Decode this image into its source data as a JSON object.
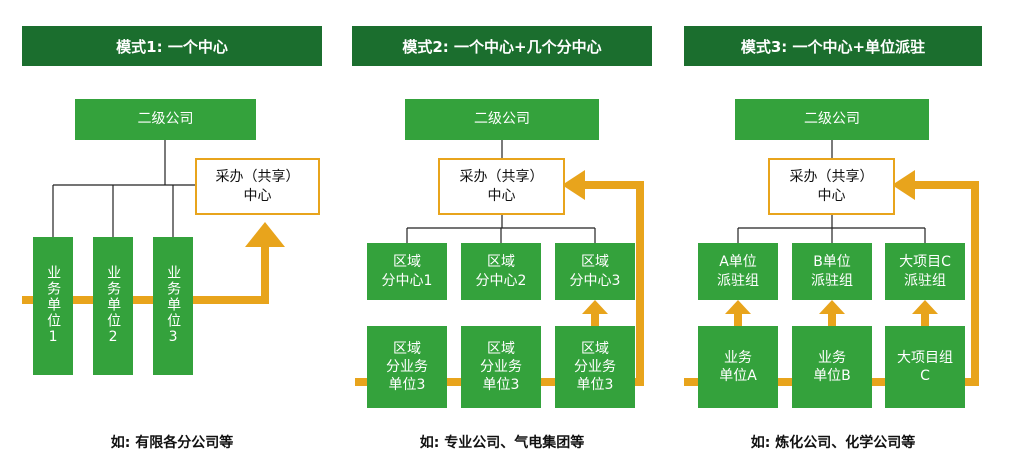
{
  "colors": {
    "header": "#1b6e2e",
    "box": "#34a23c",
    "accent": "#e8a41c"
  },
  "m1": {
    "title": "模式1: 一个中心",
    "top": "二级公司",
    "center": "采办（共享）\n中心",
    "units": [
      "业务单位1",
      "业务单位2",
      "业务单位3"
    ],
    "caption": "如: 有限各分公司等"
  },
  "m2": {
    "title": "模式2: 一个中心+几个分中心",
    "top": "二级公司",
    "center": "采办（共享）\n中心",
    "subcenters": [
      "区域\n分中心1",
      "区域\n分中心2",
      "区域\n分中心3"
    ],
    "units": [
      "区域\n分业务\n单位3",
      "区域\n分业务\n单位3",
      "区域\n分业务\n单位3"
    ],
    "caption": "如: 专业公司、气电集团等"
  },
  "m3": {
    "title": "模式3: 一个中心+单位派驻",
    "top": "二级公司",
    "center": "采办（共享）\n中心",
    "groups": [
      "A单位\n派驻组",
      "B单位\n派驻组",
      "大项目C\n派驻组"
    ],
    "units": [
      "业务\n单位A",
      "业务\n单位B",
      "大项目组\nC"
    ],
    "caption": "如: 炼化公司、化学公司等"
  }
}
